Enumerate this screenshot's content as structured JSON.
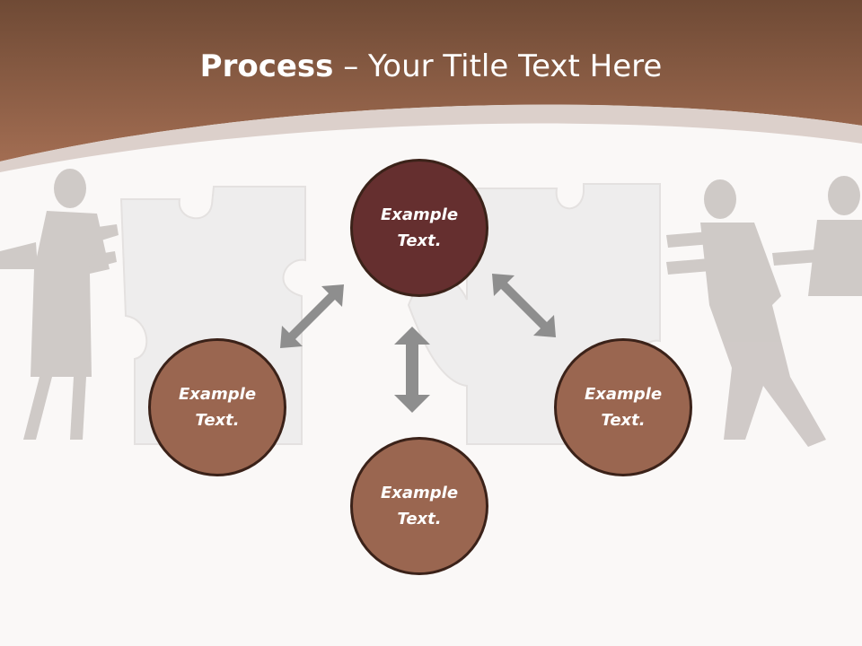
{
  "title": {
    "bold_part": "Process",
    "separator": " – ",
    "rest": "Your Title Text Here"
  },
  "nodes": [
    {
      "id": "top",
      "label": "Example Text.",
      "fill": "#652f2f"
    },
    {
      "id": "left",
      "label": "Example Text.",
      "fill": "#9a6650"
    },
    {
      "id": "right",
      "label": "Example Text.",
      "fill": "#9a6650"
    },
    {
      "id": "bottom",
      "label": "Example Text.",
      "fill": "#9a6650"
    }
  ],
  "colors": {
    "header_top": "#6f4a35",
    "header_bottom": "#a26d52",
    "arrow": "#8e8e8e",
    "node_border": "#3b2219"
  }
}
